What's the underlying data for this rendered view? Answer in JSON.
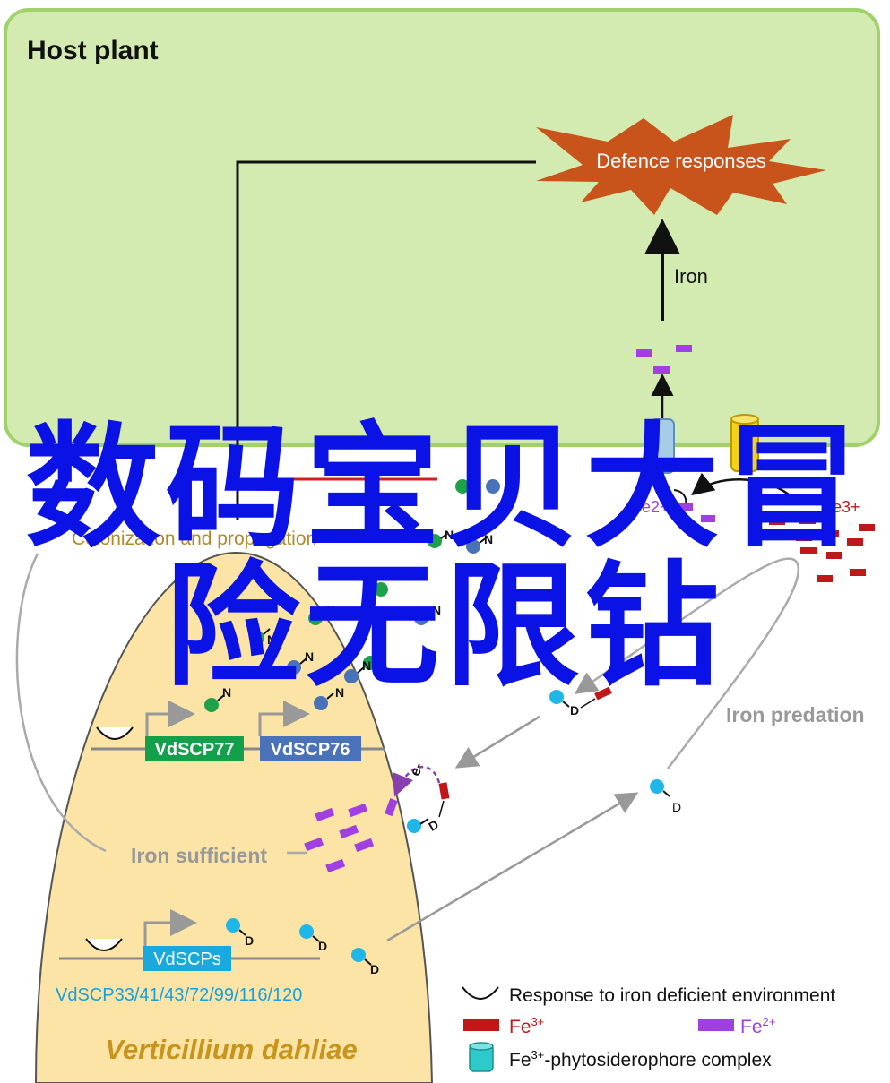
{
  "diagram": {
    "host_plant_title": "Host plant",
    "defence_responses": "Defence responses",
    "iron_arrow_label": "Iron",
    "fe2_top_label": "Fe2+",
    "fe3_top_label": "Fe3+",
    "colonization_label": "Colonization and propagation",
    "n_label": "N",
    "d_label": "D",
    "e_label": "e-",
    "gene_vdscp77": "VdSCP77",
    "gene_vdscp76": "VdSCP76",
    "gene_vdscps": "VdSCPs",
    "gene_list": "VdSCP33/41/43/72/99/116/120",
    "iron_sufficient": "Iron sufficient",
    "iron_predation": "Iron predation",
    "fungus_name": "Verticillium dahliae",
    "colors": {
      "host_fill": "#d3ebb0",
      "host_border": "#9fd26a",
      "fungus_fill": "#fbe4a6",
      "star_fill": "#c8541b",
      "fe3": "#c01818",
      "fe2": "#a040e0",
      "green_node": "#1fa14a",
      "blue_node": "#4a72b8",
      "cyan_node": "#1fb6e8",
      "gene_green": "#14a04a",
      "gene_blue": "#4a72b8",
      "gene_cyan": "#1aa9dc",
      "gene_list_text": "#18a0dc",
      "overlay": "#0a12e6"
    }
  },
  "legend": {
    "response_label": "Response to iron deficient environment",
    "fe3_label": "Fe",
    "fe3_sup": "3+",
    "fe2_label": "Fe",
    "fe2_sup": "2+",
    "complex_label": "Fe",
    "complex_sup": "3+",
    "complex_rest": "-phytosiderophore complex"
  },
  "overlay": {
    "line1": "数码宝贝大冒",
    "line2": "险无限钻"
  }
}
